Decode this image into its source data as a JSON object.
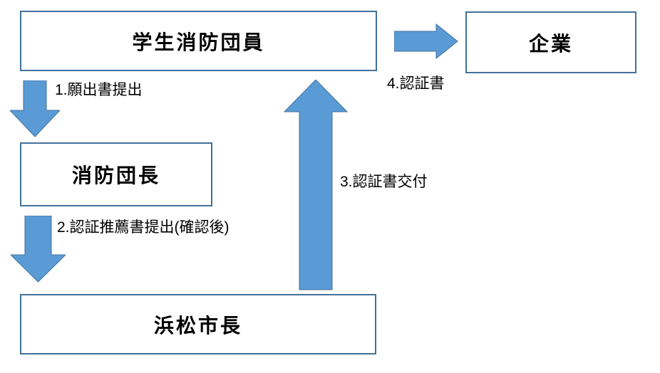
{
  "boxes": {
    "student": {
      "label": "学生消防団員"
    },
    "company": {
      "label": "企業"
    },
    "chief": {
      "label": "消防団長"
    },
    "mayor": {
      "label": "浜松市長"
    }
  },
  "arrows": {
    "step1": {
      "label": "1.願出書提出",
      "direction": "down",
      "from": "student",
      "to": "chief"
    },
    "step2": {
      "label": "2.認証推薦書提出(確認後)",
      "direction": "down",
      "from": "chief",
      "to": "mayor"
    },
    "step3": {
      "label": "3.認証書交付",
      "direction": "up",
      "from": "mayor",
      "to": "student"
    },
    "step4": {
      "label": "4.認証書",
      "direction": "right",
      "from": "student",
      "to": "company"
    }
  },
  "colors": {
    "arrow_fill": "#5B9BD5",
    "arrow_outline": "#41719C",
    "box_border": "#41719C",
    "box_fill": "#FFFFFF",
    "text": "#000000",
    "background": "#FFFFFF"
  }
}
